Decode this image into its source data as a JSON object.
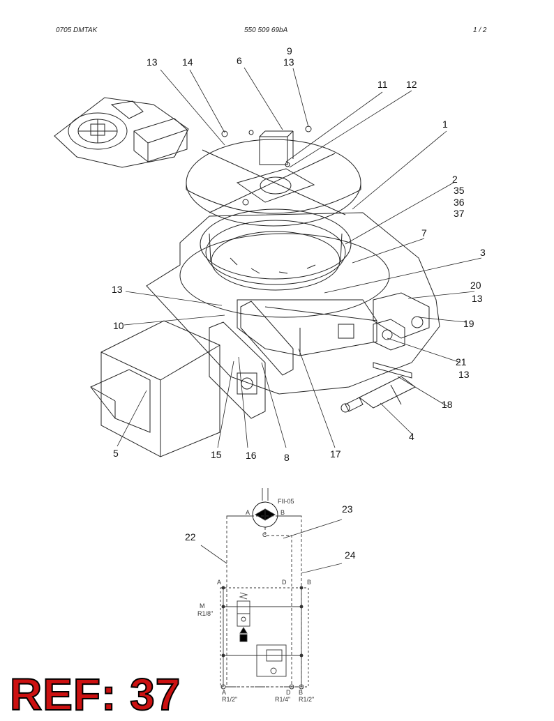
{
  "header": {
    "left": "0705 DMTAK",
    "center": "550 509 69bA",
    "right": "1 /   2"
  },
  "callouts": [
    "13",
    "14",
    "6",
    "9",
    "13",
    "11",
    "12",
    "1",
    "2",
    "35",
    "36",
    "37",
    "7",
    "3",
    "13",
    "10",
    "20",
    "13",
    "19",
    "21",
    "13",
    "18",
    "4",
    "5",
    "15",
    "16",
    "8",
    "17",
    "23",
    "22",
    "24"
  ],
  "schematic": {
    "valve_label": "FII-05",
    "ports": [
      "A",
      "B",
      "C",
      "A",
      "D",
      "B",
      "M",
      "R1/8\"",
      "A",
      "D",
      "B",
      "R1/2\"",
      "R1/4\"",
      "R1/2\""
    ]
  },
  "ref_label": "REF: 37",
  "colors": {
    "ref_fill": "#cc1111",
    "line": "#222222"
  }
}
